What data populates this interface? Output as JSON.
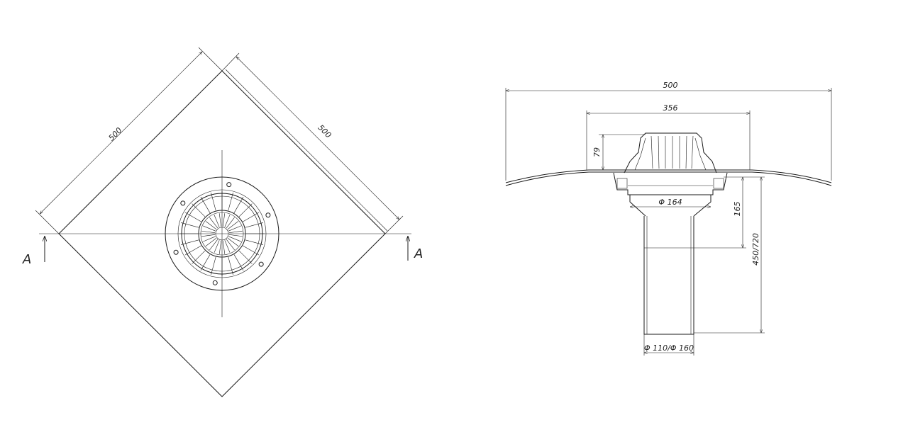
{
  "plan_view": {
    "dim_left": "500",
    "dim_right": "500",
    "section_left": "A",
    "section_right": "A"
  },
  "section_view": {
    "dim_total_width": "500",
    "dim_flange_width": "356",
    "dim_height_top": "79",
    "dim_body_diameter": "Φ 164",
    "dim_body_height": "165",
    "dim_total_height": "450/720",
    "dim_pipe_diameter": "Φ 110/Φ 160"
  }
}
